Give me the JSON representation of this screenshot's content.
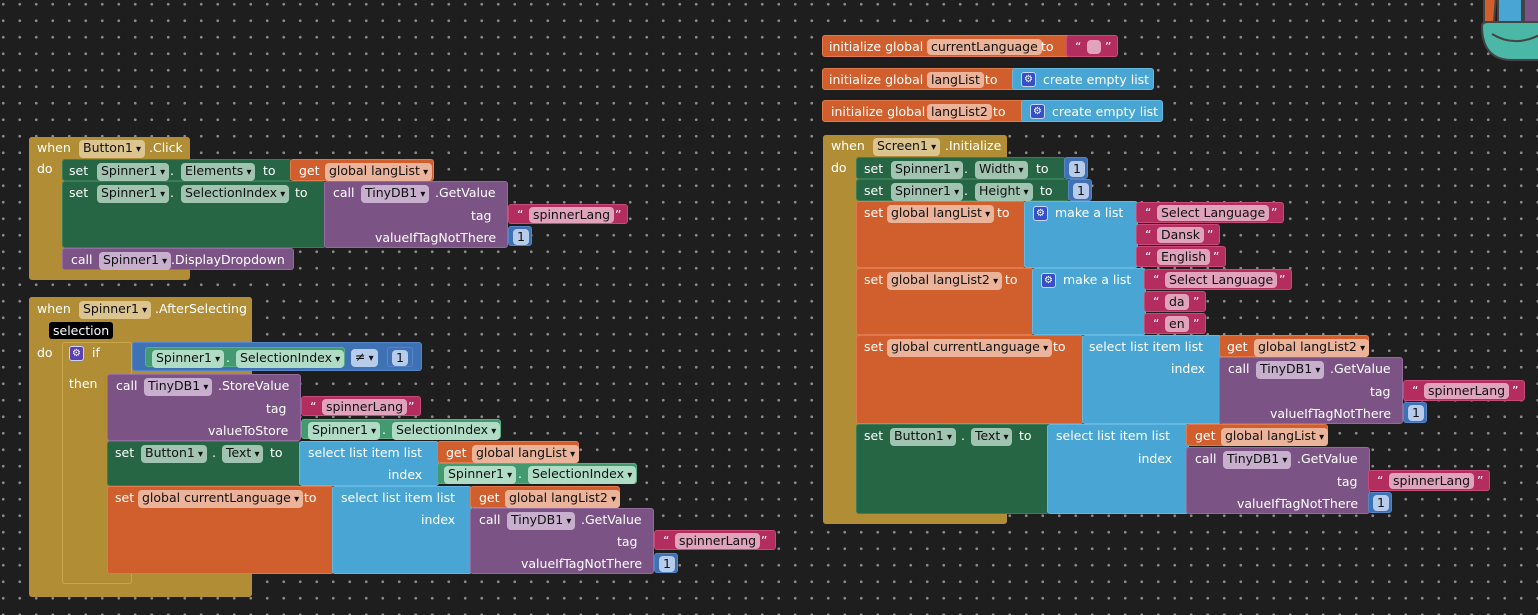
{
  "workspace": {
    "background_color": "#1e1e1e"
  },
  "colors": {
    "event": "#b18e35",
    "setter": "#266645",
    "variable": "#d05f2d",
    "procedure_call": "#7c5385",
    "list": "#49a6d4",
    "text": "#b32d5e",
    "math": "#3f71b5",
    "component_getter": "#439970"
  },
  "globals": [
    {
      "kw": "initialize global",
      "name": "currentLanguage",
      "to": "to",
      "value": ""
    },
    {
      "kw": "initialize global",
      "name": "langList",
      "to": "to",
      "value": "create empty list"
    },
    {
      "kw": "initialize global",
      "name": "langList2",
      "to": "to",
      "value": "create empty list"
    }
  ],
  "button_click": {
    "when": "when",
    "component": "Button1",
    "event": ".Click",
    "do": "do",
    "set1": {
      "set": "set",
      "component": "Spinner1",
      "dot": ".",
      "property": "Elements",
      "to": "to",
      "get": "get",
      "var": "global langList"
    },
    "set2": {
      "set": "set",
      "component": "Spinner1",
      "dot": ".",
      "property": "SelectionIndex",
      "to": "to",
      "call": "call",
      "db": "TinyDB1",
      "method": ".GetValue",
      "tag_label": "tag",
      "tag": "spinnerLang",
      "default_label": "valueIfTagNotThere",
      "default": "1"
    },
    "call": {
      "call": "call",
      "component": "Spinner1",
      "method": ".DisplayDropdown"
    }
  },
  "after_selecting": {
    "when": "when",
    "component": "Spinner1",
    "event": ".AfterSelecting",
    "param": "selection",
    "do": "do",
    "if": "if",
    "then": "then",
    "cond": {
      "component": "Spinner1",
      "dot": ".",
      "property": "SelectionIndex",
      "op": "≠",
      "value": "1"
    },
    "store": {
      "call": "call",
      "db": "TinyDB1",
      "method": ".StoreValue",
      "tag_label": "tag",
      "tag": "spinnerLang",
      "value_label": "valueToStore",
      "component": "Spinner1",
      "dot": ".",
      "property": "SelectionIndex"
    },
    "set_button": {
      "set": "set",
      "component": "Button1",
      "dot": ".",
      "property": "Text",
      "to": "to",
      "select": "select list item  list",
      "get": "get",
      "var": "global langList",
      "index": "index",
      "icomponent": "Spinner1",
      "idot": ".",
      "iproperty": "SelectionIndex"
    },
    "set_lang": {
      "set": "set",
      "var": "global currentLanguage",
      "to": "to",
      "select": "select list item  list",
      "get": "get",
      "listvar": "global langList2",
      "index": "index",
      "call": "call",
      "db": "TinyDB1",
      "method": ".GetValue",
      "tag_label": "tag",
      "tag": "spinnerLang",
      "default_label": "valueIfTagNotThere",
      "default": "1"
    }
  },
  "screen_init": {
    "when": "when",
    "component": "Screen1",
    "event": ".Initialize",
    "do": "do",
    "width": {
      "set": "set",
      "component": "Spinner1",
      "dot": ".",
      "property": "Width",
      "to": "to",
      "value": "1"
    },
    "height": {
      "set": "set",
      "component": "Spinner1",
      "dot": ".",
      "property": "Height",
      "to": "to",
      "value": "1"
    },
    "list1": {
      "set": "set",
      "var": "global langList",
      "to": "to",
      "make": "make a list",
      "items": [
        "Select Language",
        "Dansk",
        "English"
      ]
    },
    "list2": {
      "set": "set",
      "var": "global langList2",
      "to": "to",
      "make": "make a list",
      "items": [
        "Select Language",
        "da",
        "en"
      ]
    },
    "set_lang": {
      "set": "set",
      "var": "global currentLanguage",
      "to": "to",
      "select": "select list item  list",
      "get": "get",
      "listvar": "global langList2",
      "index": "index",
      "call": "call",
      "db": "TinyDB1",
      "method": ".GetValue",
      "tag_label": "tag",
      "tag": "spinnerLang",
      "default_label": "valueIfTagNotThere",
      "default": "1"
    },
    "set_button": {
      "set": "set",
      "component": "Button1",
      "dot": ".",
      "property": "Text",
      "to": "to",
      "select": "select list item  list",
      "get": "get",
      "listvar": "global langList",
      "index": "index",
      "call": "call",
      "db": "TinyDB1",
      "method": ".GetValue",
      "tag_label": "tag",
      "tag": "spinnerLang",
      "default_label": "valueIfTagNotThere",
      "default": "1"
    }
  },
  "backpack": {
    "icon": "backpack-icon"
  }
}
